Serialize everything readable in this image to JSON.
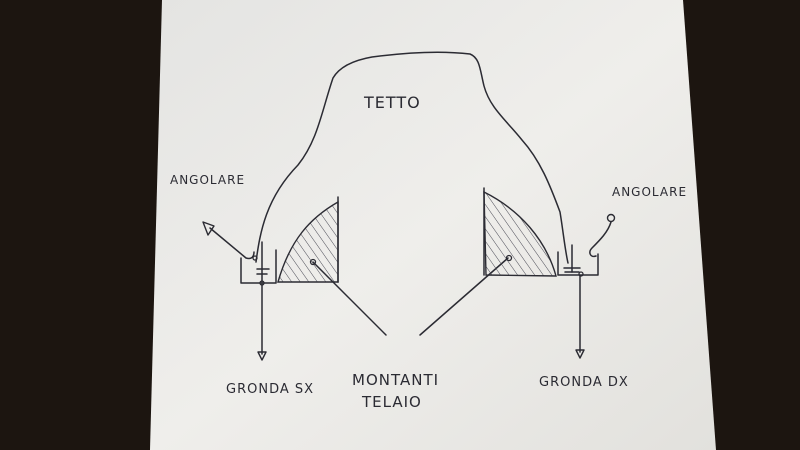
{
  "labels": {
    "roof": "TETTO",
    "bracket_left": "ANGOLARE",
    "bracket_right": "ANGOLARE",
    "gutter_left": "GRONDA SX",
    "gutter_right": "GRONDA DX",
    "frame_uprights_line1": "MONTANTI",
    "frame_uprights_line2": "TELAIO"
  },
  "colors": {
    "background": "#1c1510",
    "paper": "#ecebe8",
    "ink": "#2b2b33"
  }
}
